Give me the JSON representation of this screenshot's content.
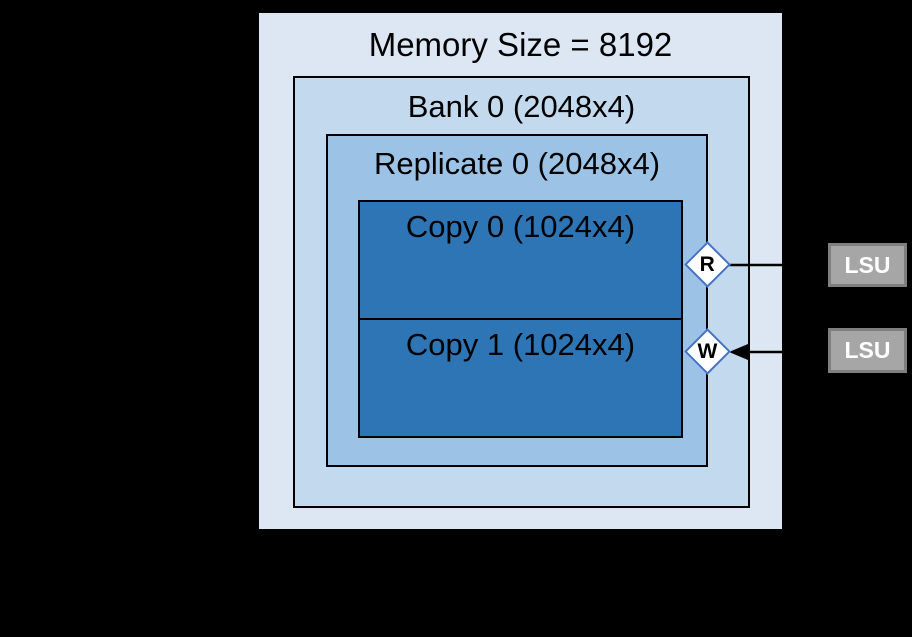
{
  "background": "#000000",
  "colors": {
    "memory_fill": "#dce7f3",
    "bank_fill": "#c3d9ee",
    "replicate_fill": "#9cc3e6",
    "copy_fill": "#2e75b6",
    "box_border": "#000000",
    "diamond_fill": "#ffffff",
    "diamond_border": "#4472c4",
    "lsu_fill": "#a6a6a6",
    "lsu_border": "#7f7f7f",
    "lsu_text": "#ffffff",
    "line": "#000000"
  },
  "diagram": {
    "memory": {
      "label": "Memory Size = 8192"
    },
    "bank": {
      "label": "Bank 0 (2048x4)"
    },
    "replicate": {
      "label": "Replicate 0 (2048x4)"
    },
    "copies": [
      {
        "label": "Copy 0 (1024x4)"
      },
      {
        "label": "Copy 1 (1024x4)"
      }
    ],
    "ports": {
      "read": {
        "label": "R"
      },
      "write": {
        "label": "W"
      }
    },
    "lsus": [
      {
        "label": "LSU"
      },
      {
        "label": "LSU"
      }
    ]
  }
}
